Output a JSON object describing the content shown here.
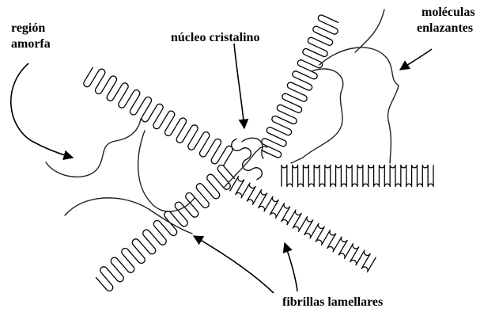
{
  "labels": {
    "amorphous_region_line1": "región",
    "amorphous_region_line2": "amorfa",
    "crystalline_core": "núcleo cristalino",
    "tie_molecules_line1": "moléculas",
    "tie_molecules_line2": "enlazantes",
    "lamellar_fibrils": "fibrillas lamellares"
  },
  "colors": {
    "ink": "#000000",
    "background": "#ffffff"
  }
}
